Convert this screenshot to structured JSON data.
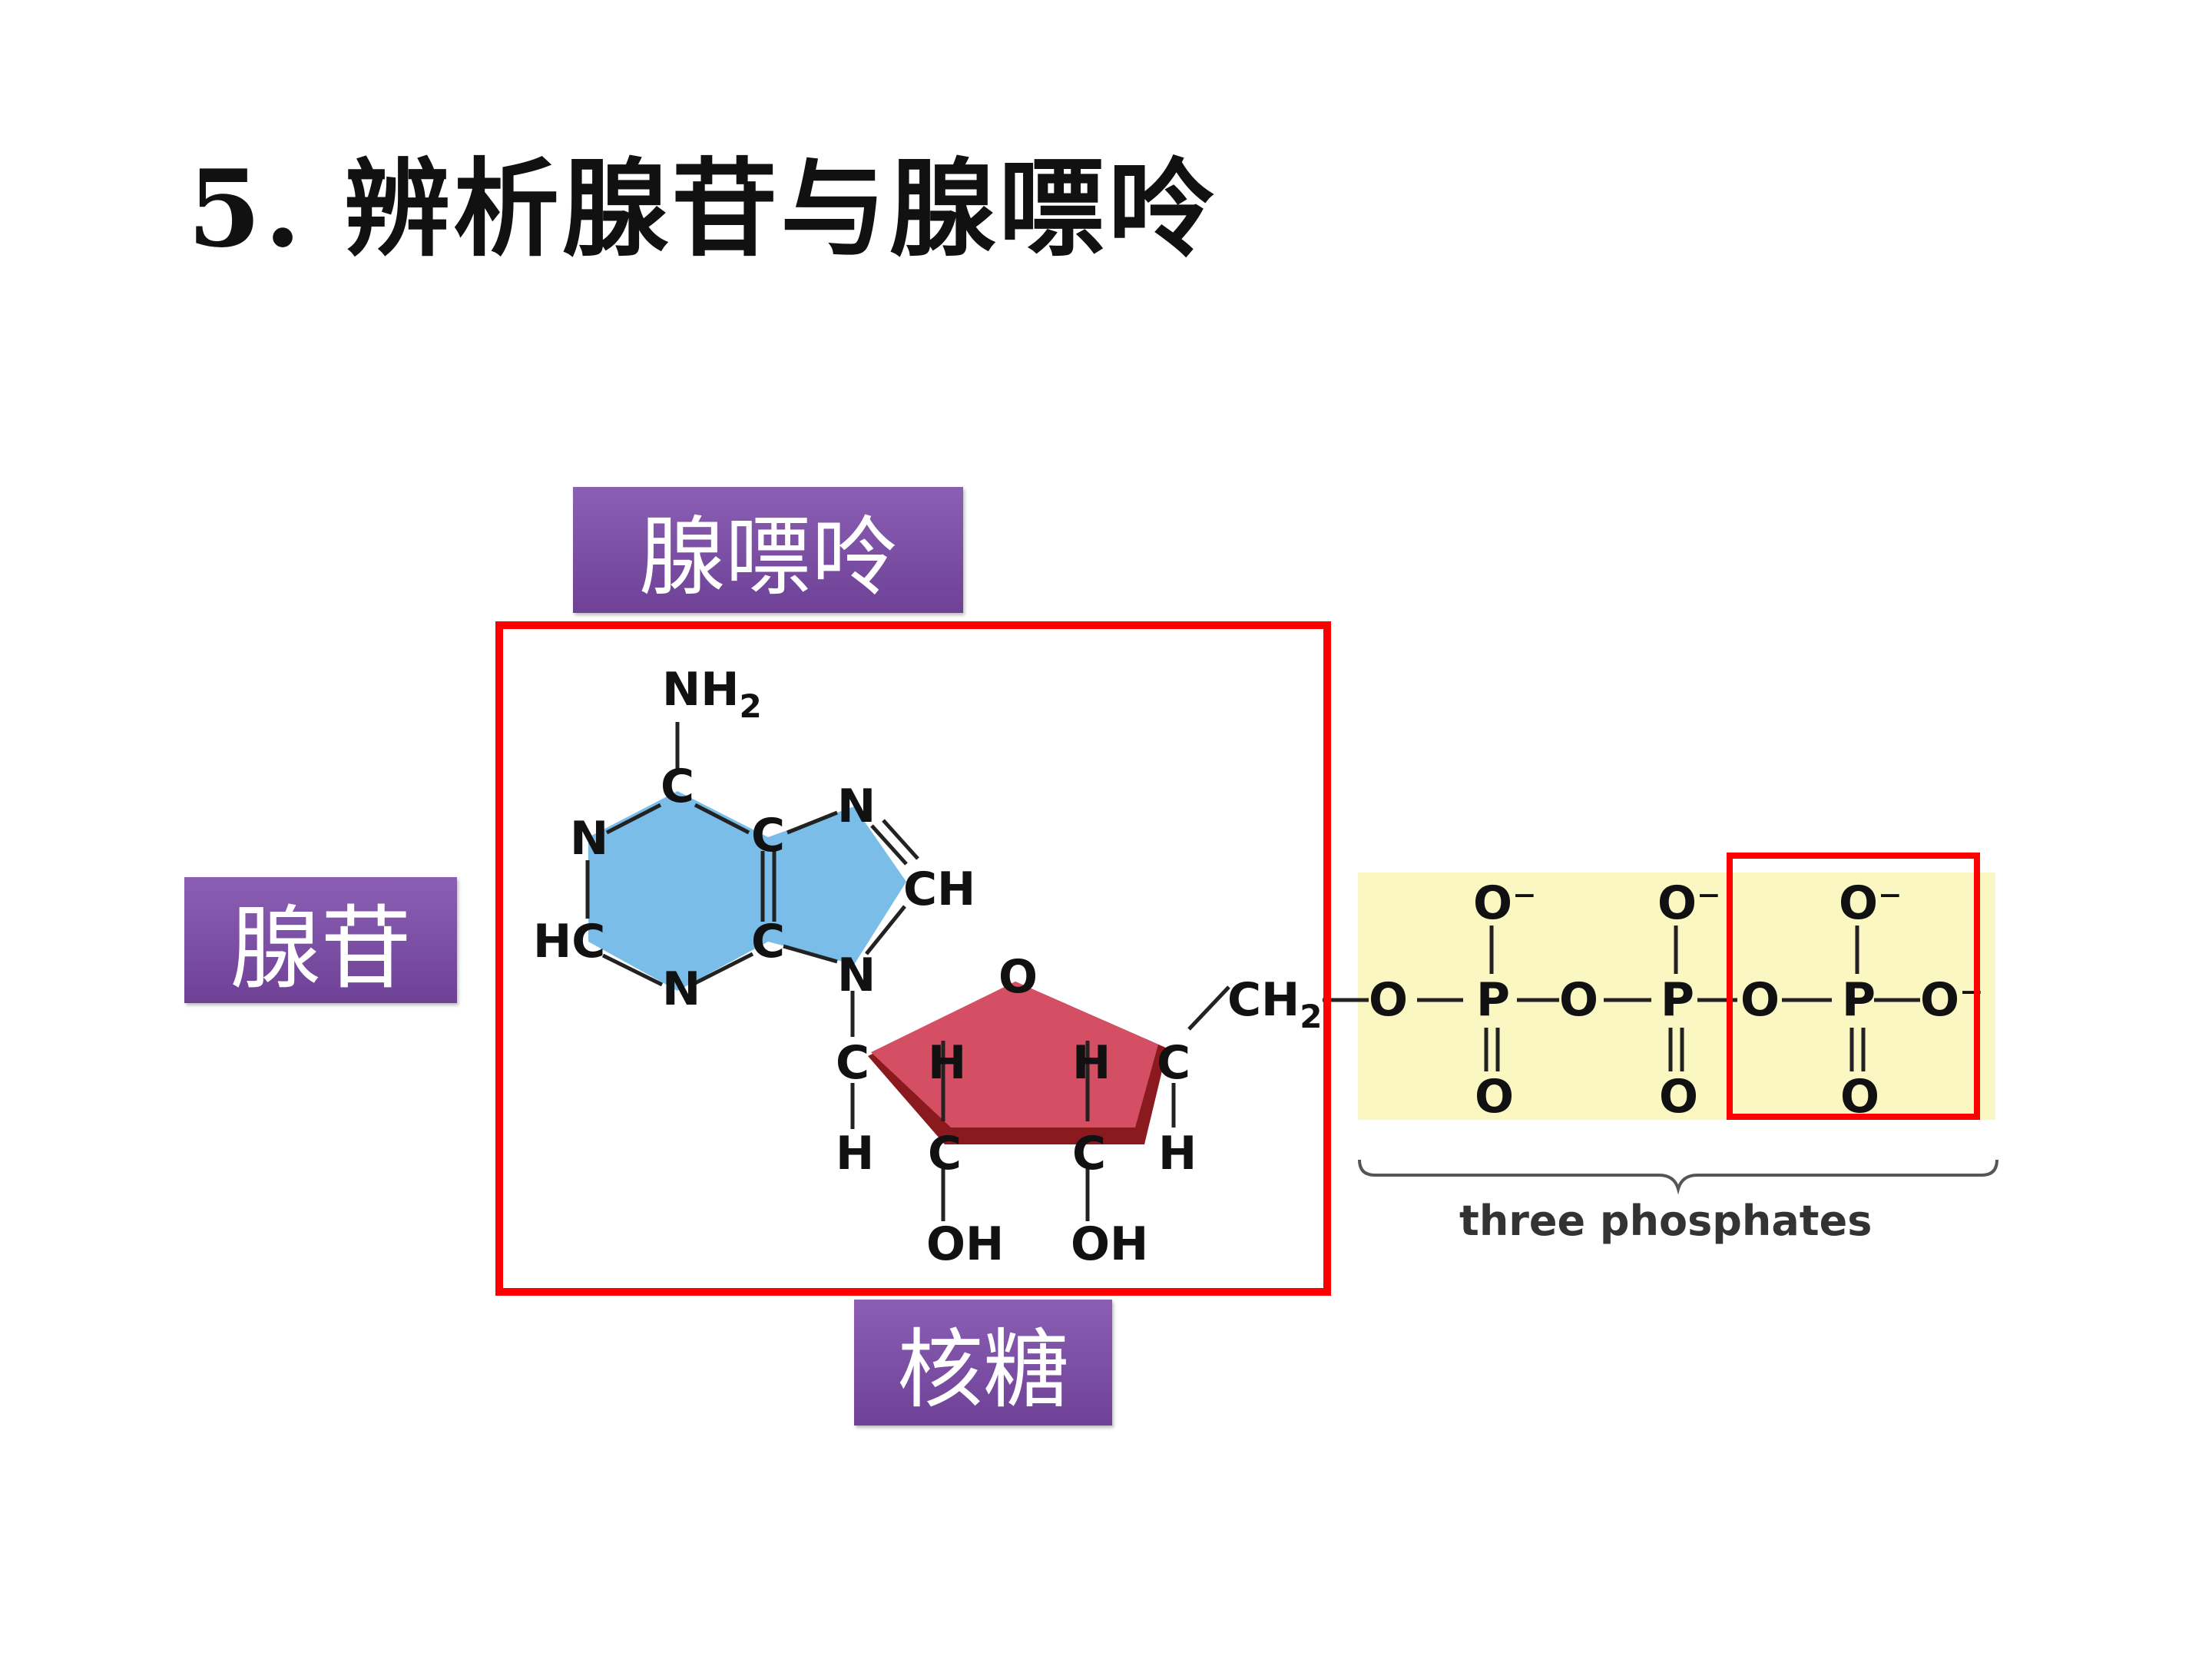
{
  "title": "5. 辨析腺苷与腺嘌呤",
  "labels": {
    "adenine": "腺嘌呤",
    "adenosine": "腺苷",
    "ribose": "核糖"
  },
  "molecule": {
    "nh2": "NH",
    "nh2_sub": "2",
    "c": "C",
    "n": "N",
    "ch": "CH",
    "hc": "HC",
    "o": "O",
    "h": "H",
    "oh": "OH",
    "ch2": "CH",
    "ch2_sub": "2",
    "p": "P",
    "o_minus": "O⁻",
    "phosphates_caption": "three phosphates"
  },
  "colors": {
    "adenine_fill": "#7bbde9",
    "ribose_fill": "#d44f63",
    "ribose_edge": "#8b1a1f",
    "phosphate_fill": "#fbf7c3",
    "highlight_box": "#ff0000",
    "label_bg": "#7a4fa6"
  }
}
